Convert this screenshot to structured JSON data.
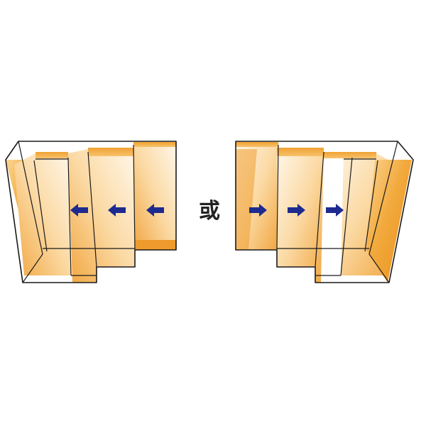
{
  "separator_text": "或",
  "colors": {
    "panel_dark": "#e8901c",
    "panel_mid": "#f6c06a",
    "panel_light": "#fff6e6",
    "arrow": "#1d2a8f",
    "outline": "#1a1a1a"
  },
  "left_group": {
    "arrow_direction": "left",
    "arrow_count": 3,
    "icon": "arrow-left-icon"
  },
  "right_group": {
    "arrow_direction": "right",
    "arrow_count": 3,
    "icon": "arrow-right-icon"
  }
}
